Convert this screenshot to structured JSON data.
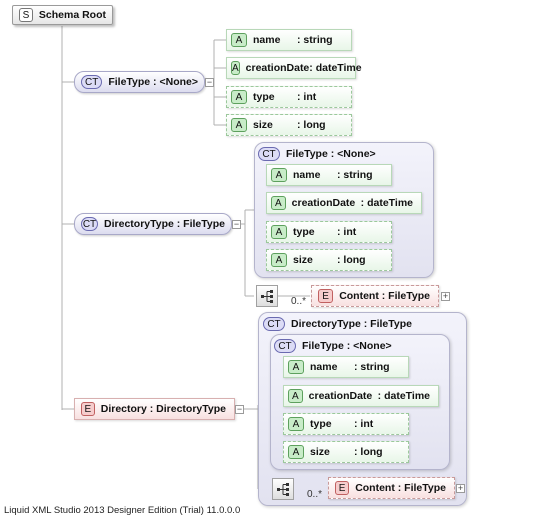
{
  "root": {
    "badge": "S",
    "label": "Schema Root"
  },
  "filetype": {
    "badge": "CT",
    "label": "FileType : <None>",
    "toggle": "−",
    "attrs": [
      {
        "badge": "A",
        "name": "name",
        "type": ": string"
      },
      {
        "badge": "A",
        "name": "creationDate",
        "type": ": dateTime"
      },
      {
        "badge": "A",
        "name": "type",
        "type": ": int"
      },
      {
        "badge": "A",
        "name": "size",
        "type": ": long"
      }
    ]
  },
  "directorytype": {
    "badge": "CT",
    "label": "DirectoryType : FileType",
    "toggle": "−",
    "base": {
      "badge": "CT",
      "label": "FileType : <None>"
    },
    "attrs": [
      {
        "badge": "A",
        "name": "name",
        "type": ": string"
      },
      {
        "badge": "A",
        "name": "creationDate",
        "type": ": dateTime"
      },
      {
        "badge": "A",
        "name": "type",
        "type": ": int"
      },
      {
        "badge": "A",
        "name": "size",
        "type": ": long"
      }
    ],
    "cardinality": "0..*",
    "content": {
      "badge": "E",
      "label": "Content : FileType",
      "toggle": "+"
    }
  },
  "directory": {
    "badge": "E",
    "label": "Directory : DirectoryType",
    "toggle": "−",
    "outer": {
      "badge": "CT",
      "label": "DirectoryType : FileType"
    },
    "inner": {
      "badge": "CT",
      "label": "FileType : <None>"
    },
    "attrs": [
      {
        "badge": "A",
        "name": "name",
        "type": ": string"
      },
      {
        "badge": "A",
        "name": "creationDate",
        "type": ": dateTime"
      },
      {
        "badge": "A",
        "name": "type",
        "type": ": int"
      },
      {
        "badge": "A",
        "name": "size",
        "type": ": long"
      }
    ],
    "cardinality": "0..*",
    "content": {
      "badge": "E",
      "label": "Content : FileType",
      "toggle": "+"
    }
  },
  "footer": "Liquid XML Studio 2013 Designer Edition (Trial) 11.0.0.0"
}
